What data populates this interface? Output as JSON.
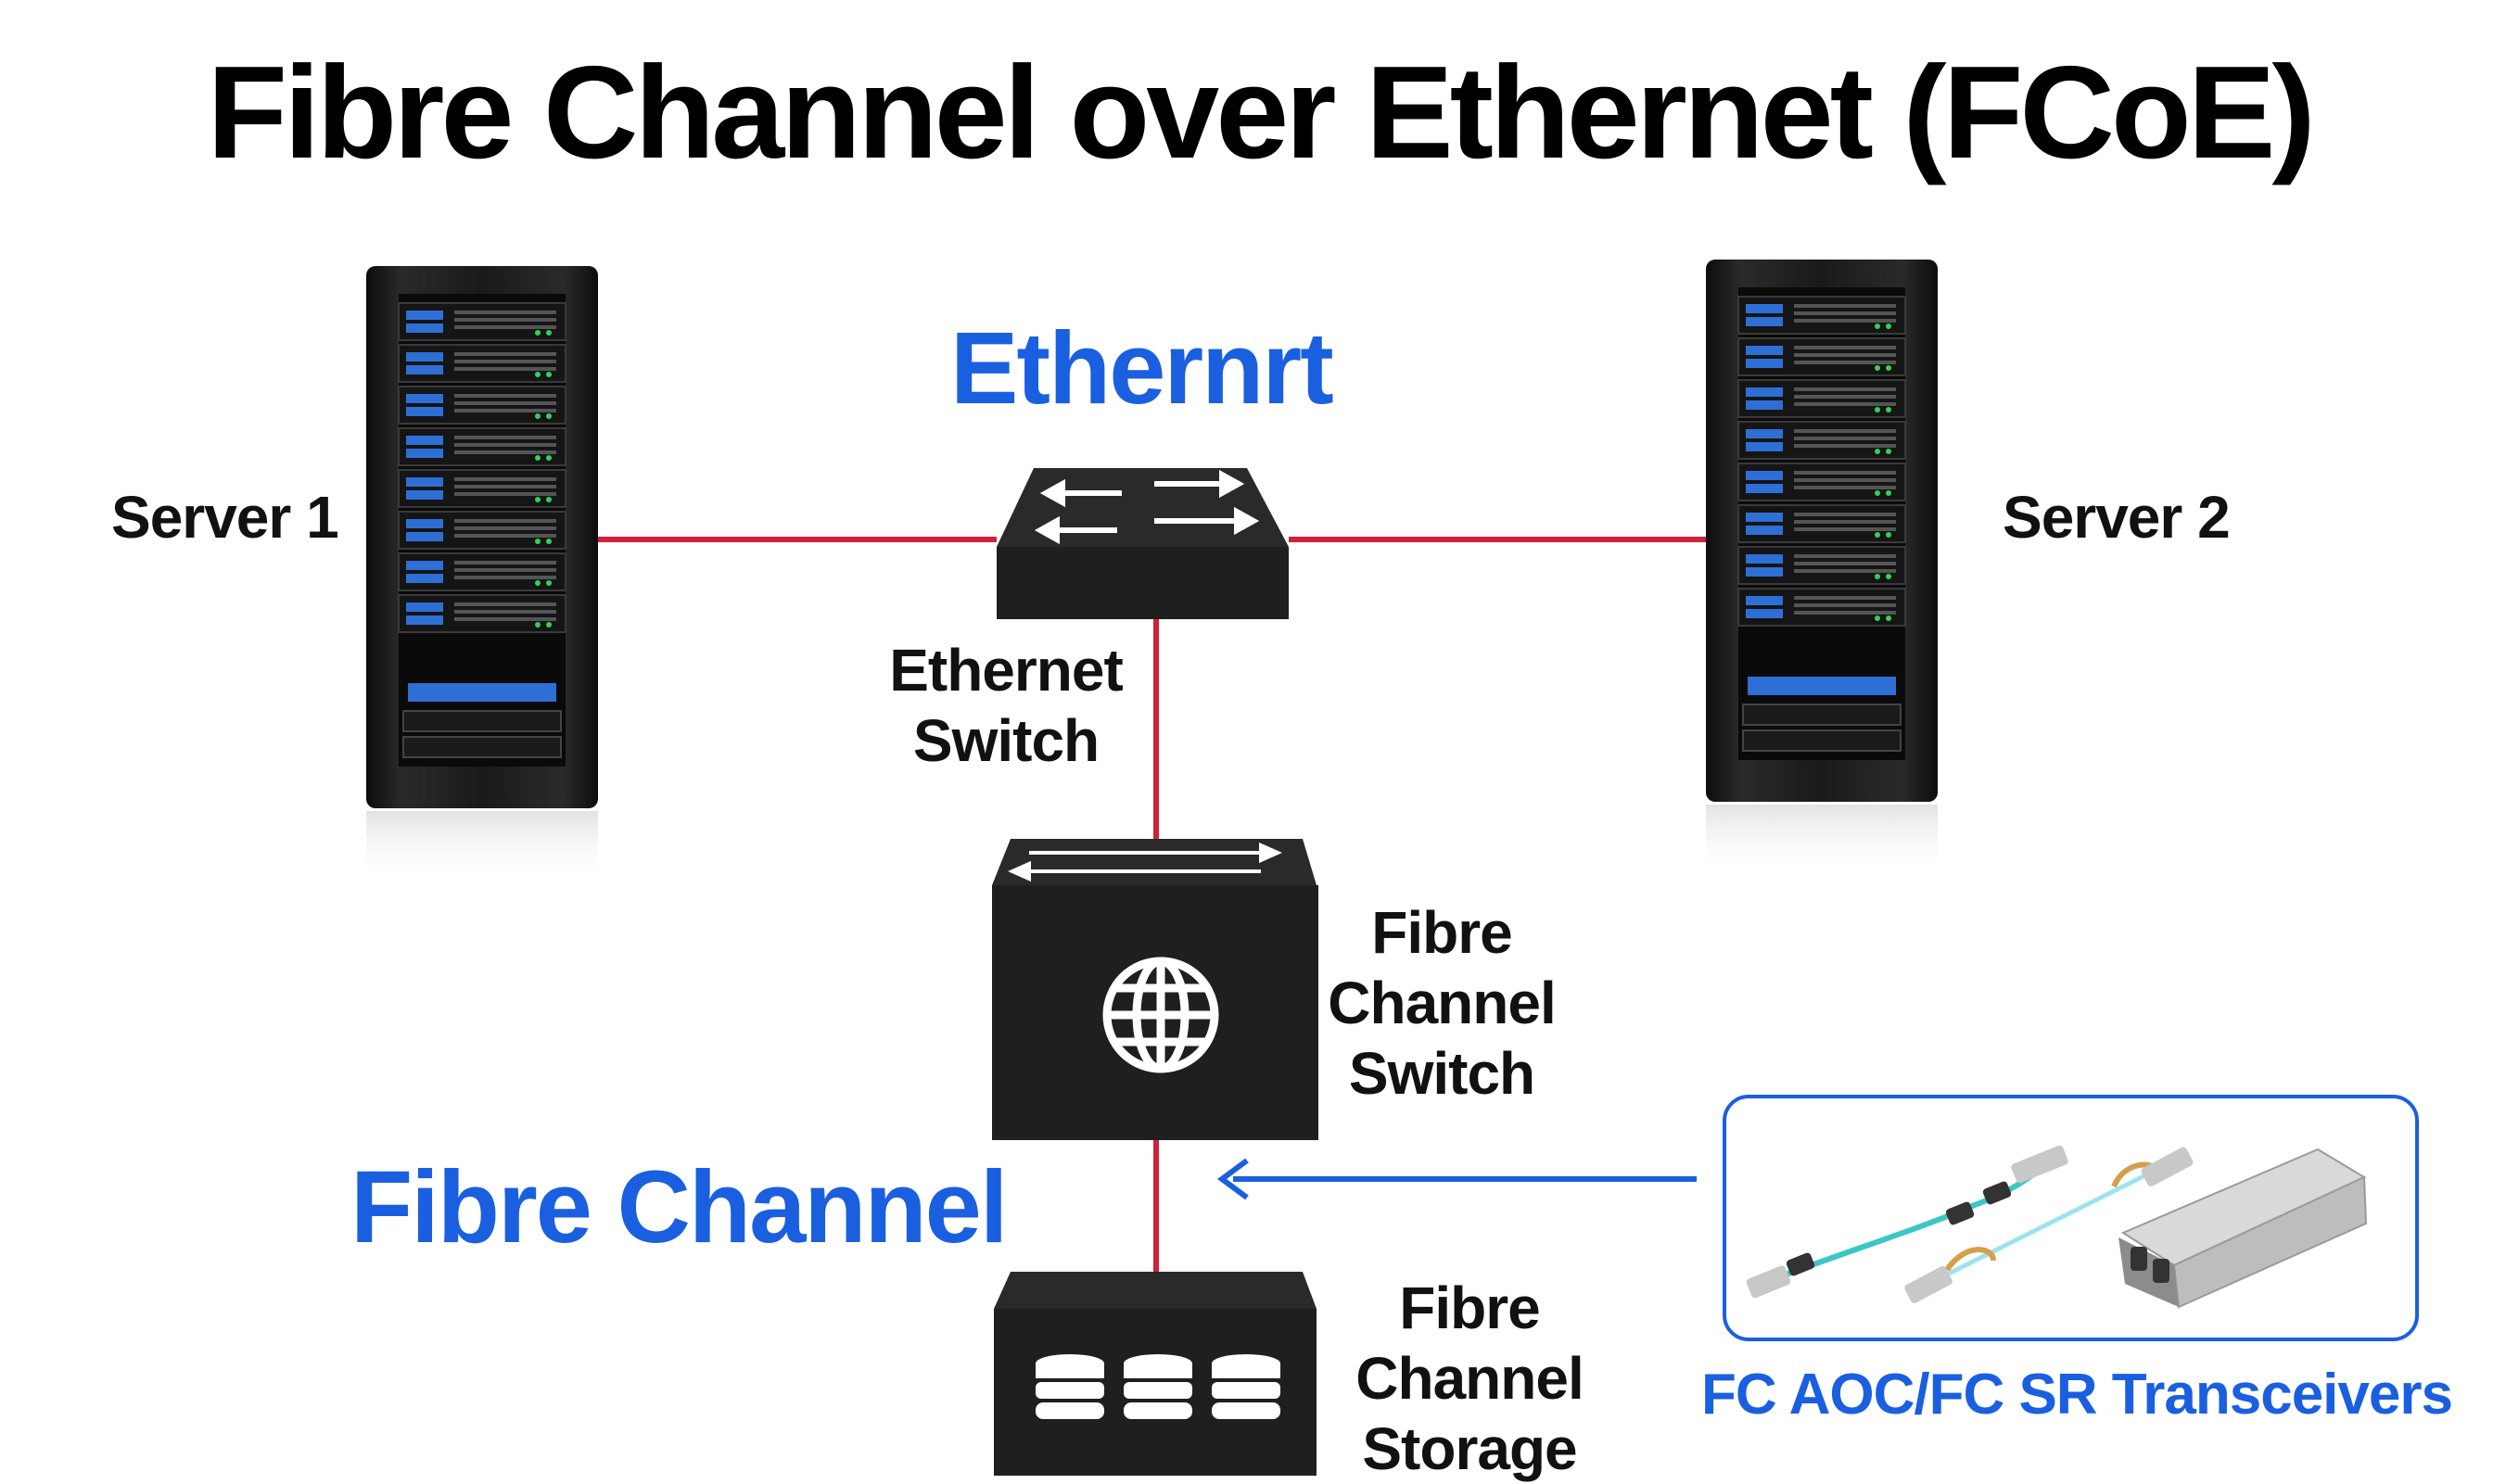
{
  "title": "Fibre Channel over Ethernet (FCoE)",
  "labels": {
    "server1": "Server 1",
    "server2": "Server 2",
    "ethernet_network": "Ethernrt",
    "ethernet_switch_line1": "Ethernet",
    "ethernet_switch_line2": "Switch",
    "fc_switch_line1": "Fibre",
    "fc_switch_line2": "Channel",
    "fc_switch_line3": "Switch",
    "fibre_channel_network": "Fibre Channel",
    "fc_storage_line1": "Fibre",
    "fc_storage_line2": "Channel",
    "fc_storage_line3": "Storage",
    "transceivers": "FC AOC/FC SR Transceivers"
  },
  "colors": {
    "link": "#d0213a",
    "accent": "#1a5fe0",
    "device": "#222222",
    "text": "#111111"
  },
  "icons": [
    "server-rack-icon",
    "ethernet-switch-icon",
    "fc-switch-icon",
    "globe-icon",
    "storage-icon",
    "database-icon",
    "arrow-left-icon",
    "aoc-cable-icon",
    "sfp-transceiver-icon"
  ]
}
